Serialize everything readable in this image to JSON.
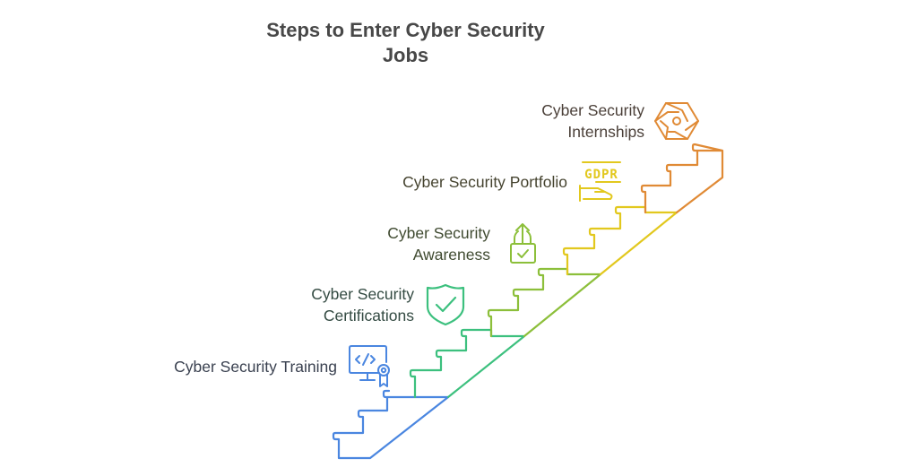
{
  "diagram": {
    "title": "Steps to Enter Cyber Security Jobs",
    "title_lines": [
      "Steps to Enter Cyber Security",
      "Jobs"
    ],
    "steps": [
      {
        "order": 1,
        "label_lines": [
          "Cyber Security Training"
        ],
        "icon": "monitor-code-certificate-icon",
        "color": "#4a86e0"
      },
      {
        "order": 2,
        "label_lines": [
          "Cyber Security",
          "Certifications"
        ],
        "icon": "shield-check-icon",
        "color": "#3cc07e"
      },
      {
        "order": 3,
        "label_lines": [
          "Cyber Security",
          "Awareness"
        ],
        "icon": "lock-upload-check-icon",
        "color": "#8cbf3a"
      },
      {
        "order": 4,
        "label_lines": [
          "Cyber Security Portfolio"
        ],
        "icon": "gdpr-hand-icon",
        "color": "#e2c81e"
      },
      {
        "order": 5,
        "label_lines": [
          "Cyber Security",
          "Internships"
        ],
        "icon": "hexagon-nut-icon",
        "color": "#e08a35"
      }
    ]
  }
}
